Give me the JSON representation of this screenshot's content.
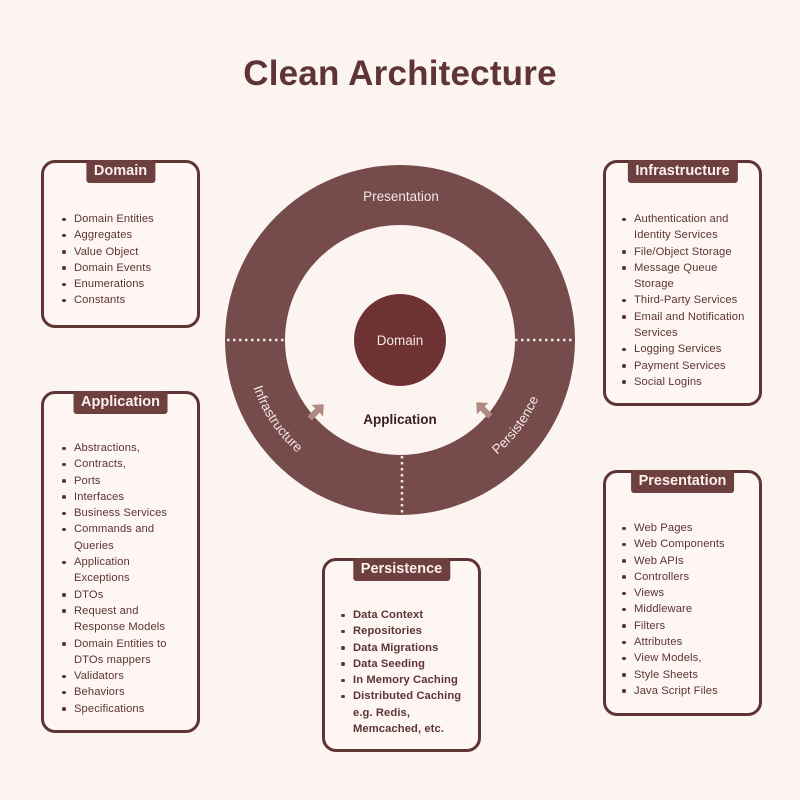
{
  "title": "Clean Architecture",
  "diagram": {
    "center": "Domain",
    "inner_ring": "Application",
    "outer_top": "Presentation",
    "outer_left": "Infrastructure",
    "outer_right": "Persistence",
    "colors": {
      "ring": "#754b4b",
      "core": "#6e3232",
      "arrow": "#b08a82",
      "background": "#fcf4f1"
    }
  },
  "boxes": {
    "domain": {
      "title": "Domain",
      "items": [
        "Domain Entities",
        "Aggregates",
        "Value Object",
        "Domain Events",
        "Enumerations",
        "Constants"
      ]
    },
    "application": {
      "title": "Application",
      "items": [
        "Abstractions,",
        "Contracts,",
        "Ports",
        "Interfaces",
        "Business Services",
        "Commands and Queries",
        "Application Exceptions",
        "DTOs",
        "Request and Response Models",
        "Domain Entities to DTOs mappers",
        "Validators",
        "Behaviors",
        "Specifications"
      ]
    },
    "infrastructure": {
      "title": "Infrastructure",
      "items": [
        "Authentication and Identity Services",
        "File/Object Storage",
        "Message Queue Storage",
        "Third-Party Services",
        "Email and Notification Services",
        "Logging Services",
        "Payment Services",
        "Social Logins"
      ]
    },
    "presentation": {
      "title": "Presentation",
      "items": [
        "Web Pages",
        "Web Components",
        "Web APIs",
        "Controllers",
        "Views",
        "Middleware",
        "Filters",
        "Attributes",
        "View Models,",
        "Style Sheets",
        "Java Script Files"
      ]
    },
    "persistence": {
      "title": "Persistence",
      "items": [
        "Data Context",
        "Repositories",
        "Data Migrations",
        "Data Seeding",
        "In Memory Caching",
        "Distributed Caching e.g. Redis, Memcached, etc."
      ]
    }
  }
}
